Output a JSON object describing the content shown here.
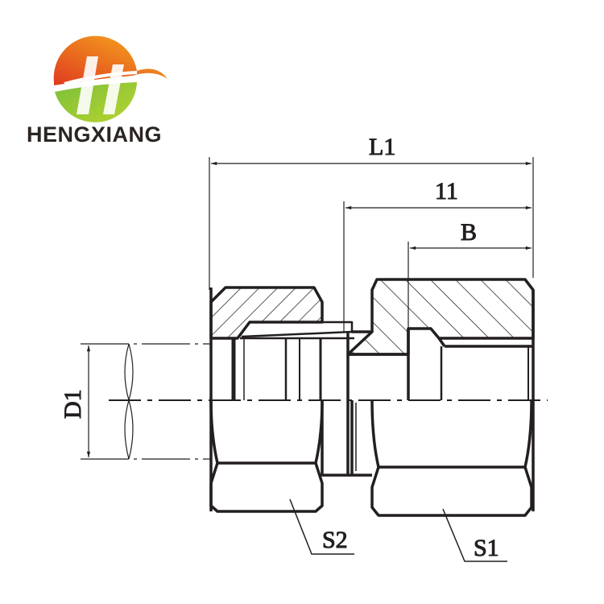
{
  "logo": {
    "brand_name": "HENGXIANG",
    "colors": {
      "orange": "#f07a1a",
      "red": "#e03a1e",
      "green": "#8cc63f",
      "text": "#2b2522"
    }
  },
  "drawing": {
    "dimensions": {
      "overall_length": "L1",
      "length_l1": "11",
      "thread_depth": "B",
      "diameter": "D1",
      "hex_size_nut": "S2",
      "hex_size_body": "S1"
    },
    "line_color": "#231f20"
  }
}
